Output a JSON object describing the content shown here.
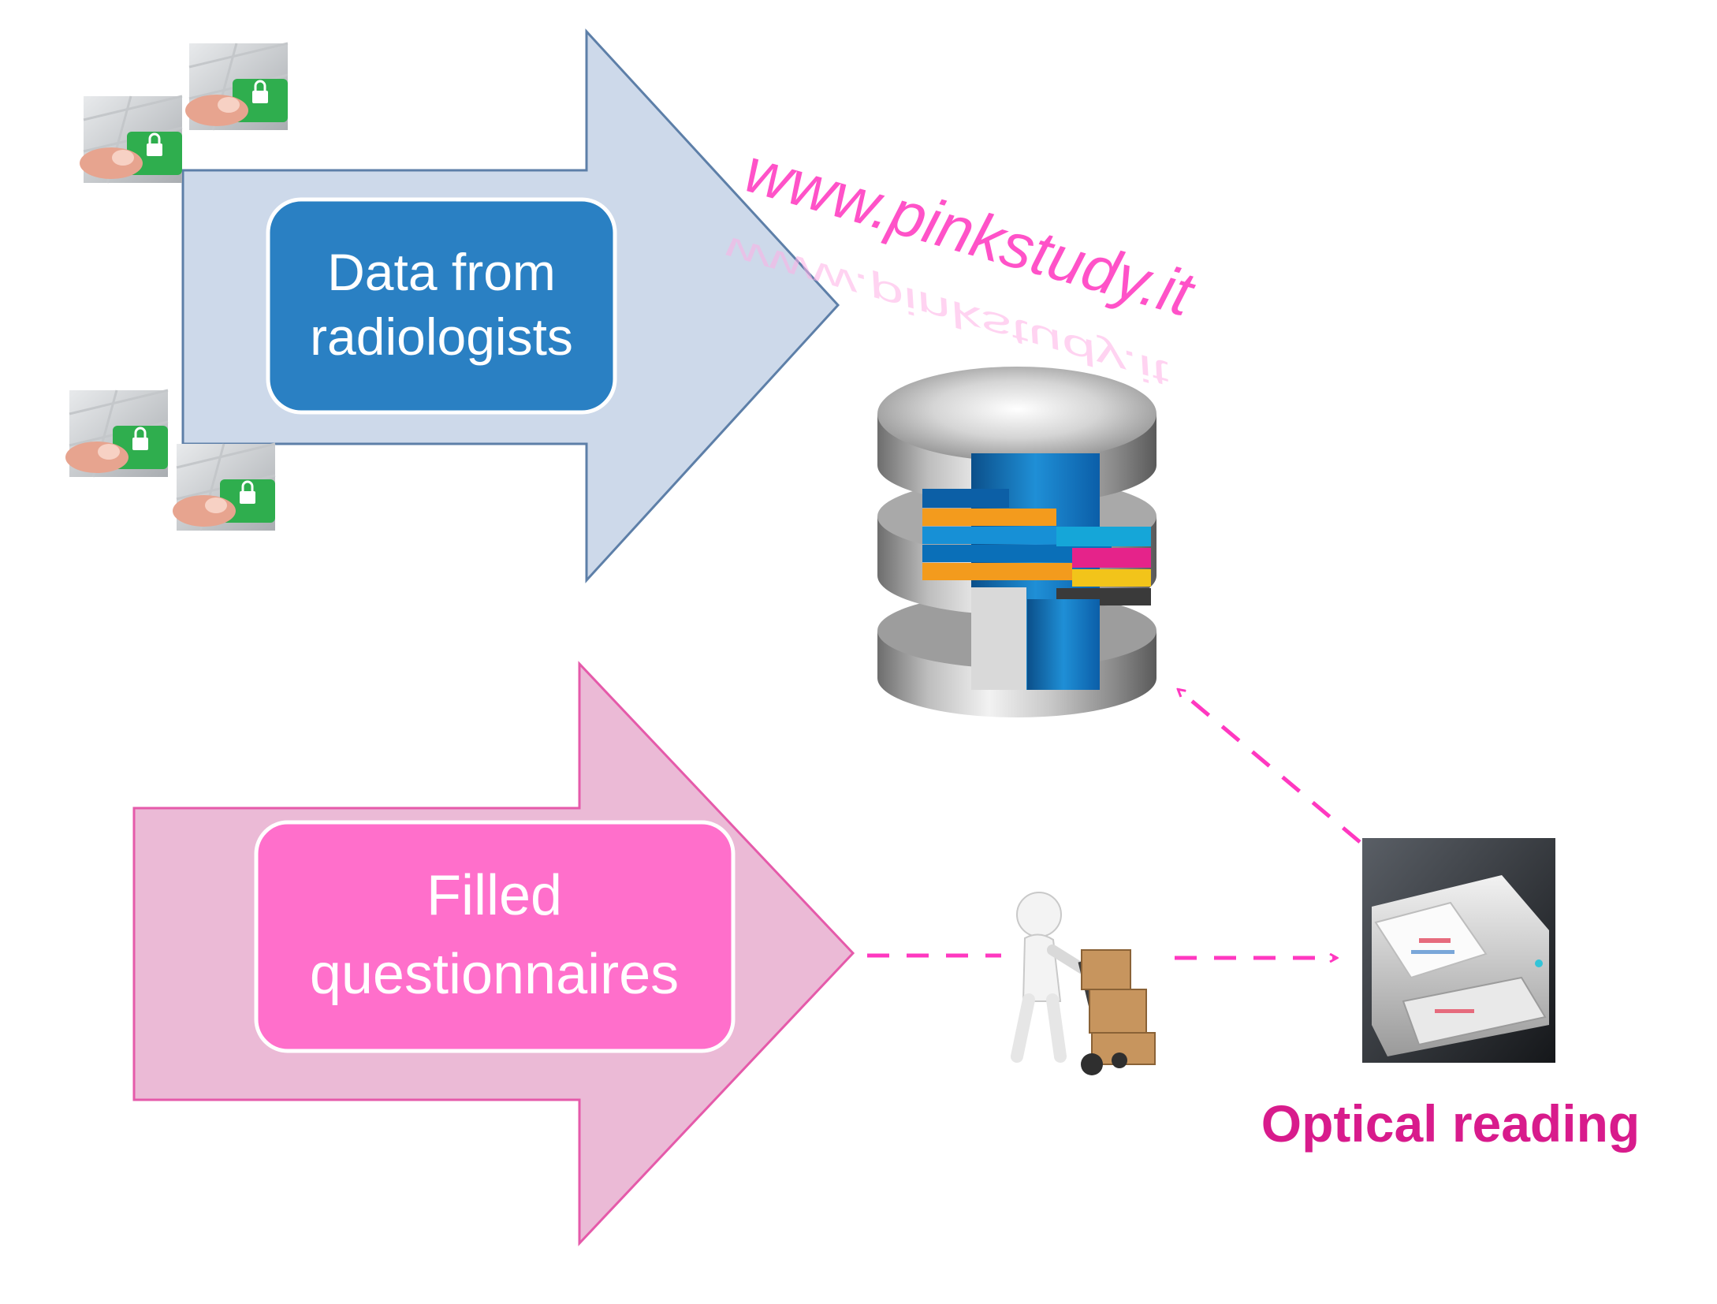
{
  "diagram": {
    "blue_arrow": {
      "line1": "Data from",
      "line2": "radiologists",
      "fill": "#cdd9ea",
      "stroke": "#5d7fa8",
      "box_fill": "#2a80c3"
    },
    "pink_arrow": {
      "line1": "Filled",
      "line2": "questionnaires",
      "fill": "#ebbad6",
      "stroke": "#e55aaa",
      "box_fill": "#ff6fcb"
    },
    "website": "www.pinkstudy.it",
    "scanner_caption": "Optical reading",
    "accent_pink": "#d81b8c",
    "icons": {
      "keyboard": "fingerprint-lock-key-icon",
      "database": "database-icon",
      "courier": "courier-with-boxes-icon",
      "scanner": "document-scanner-icon"
    }
  }
}
